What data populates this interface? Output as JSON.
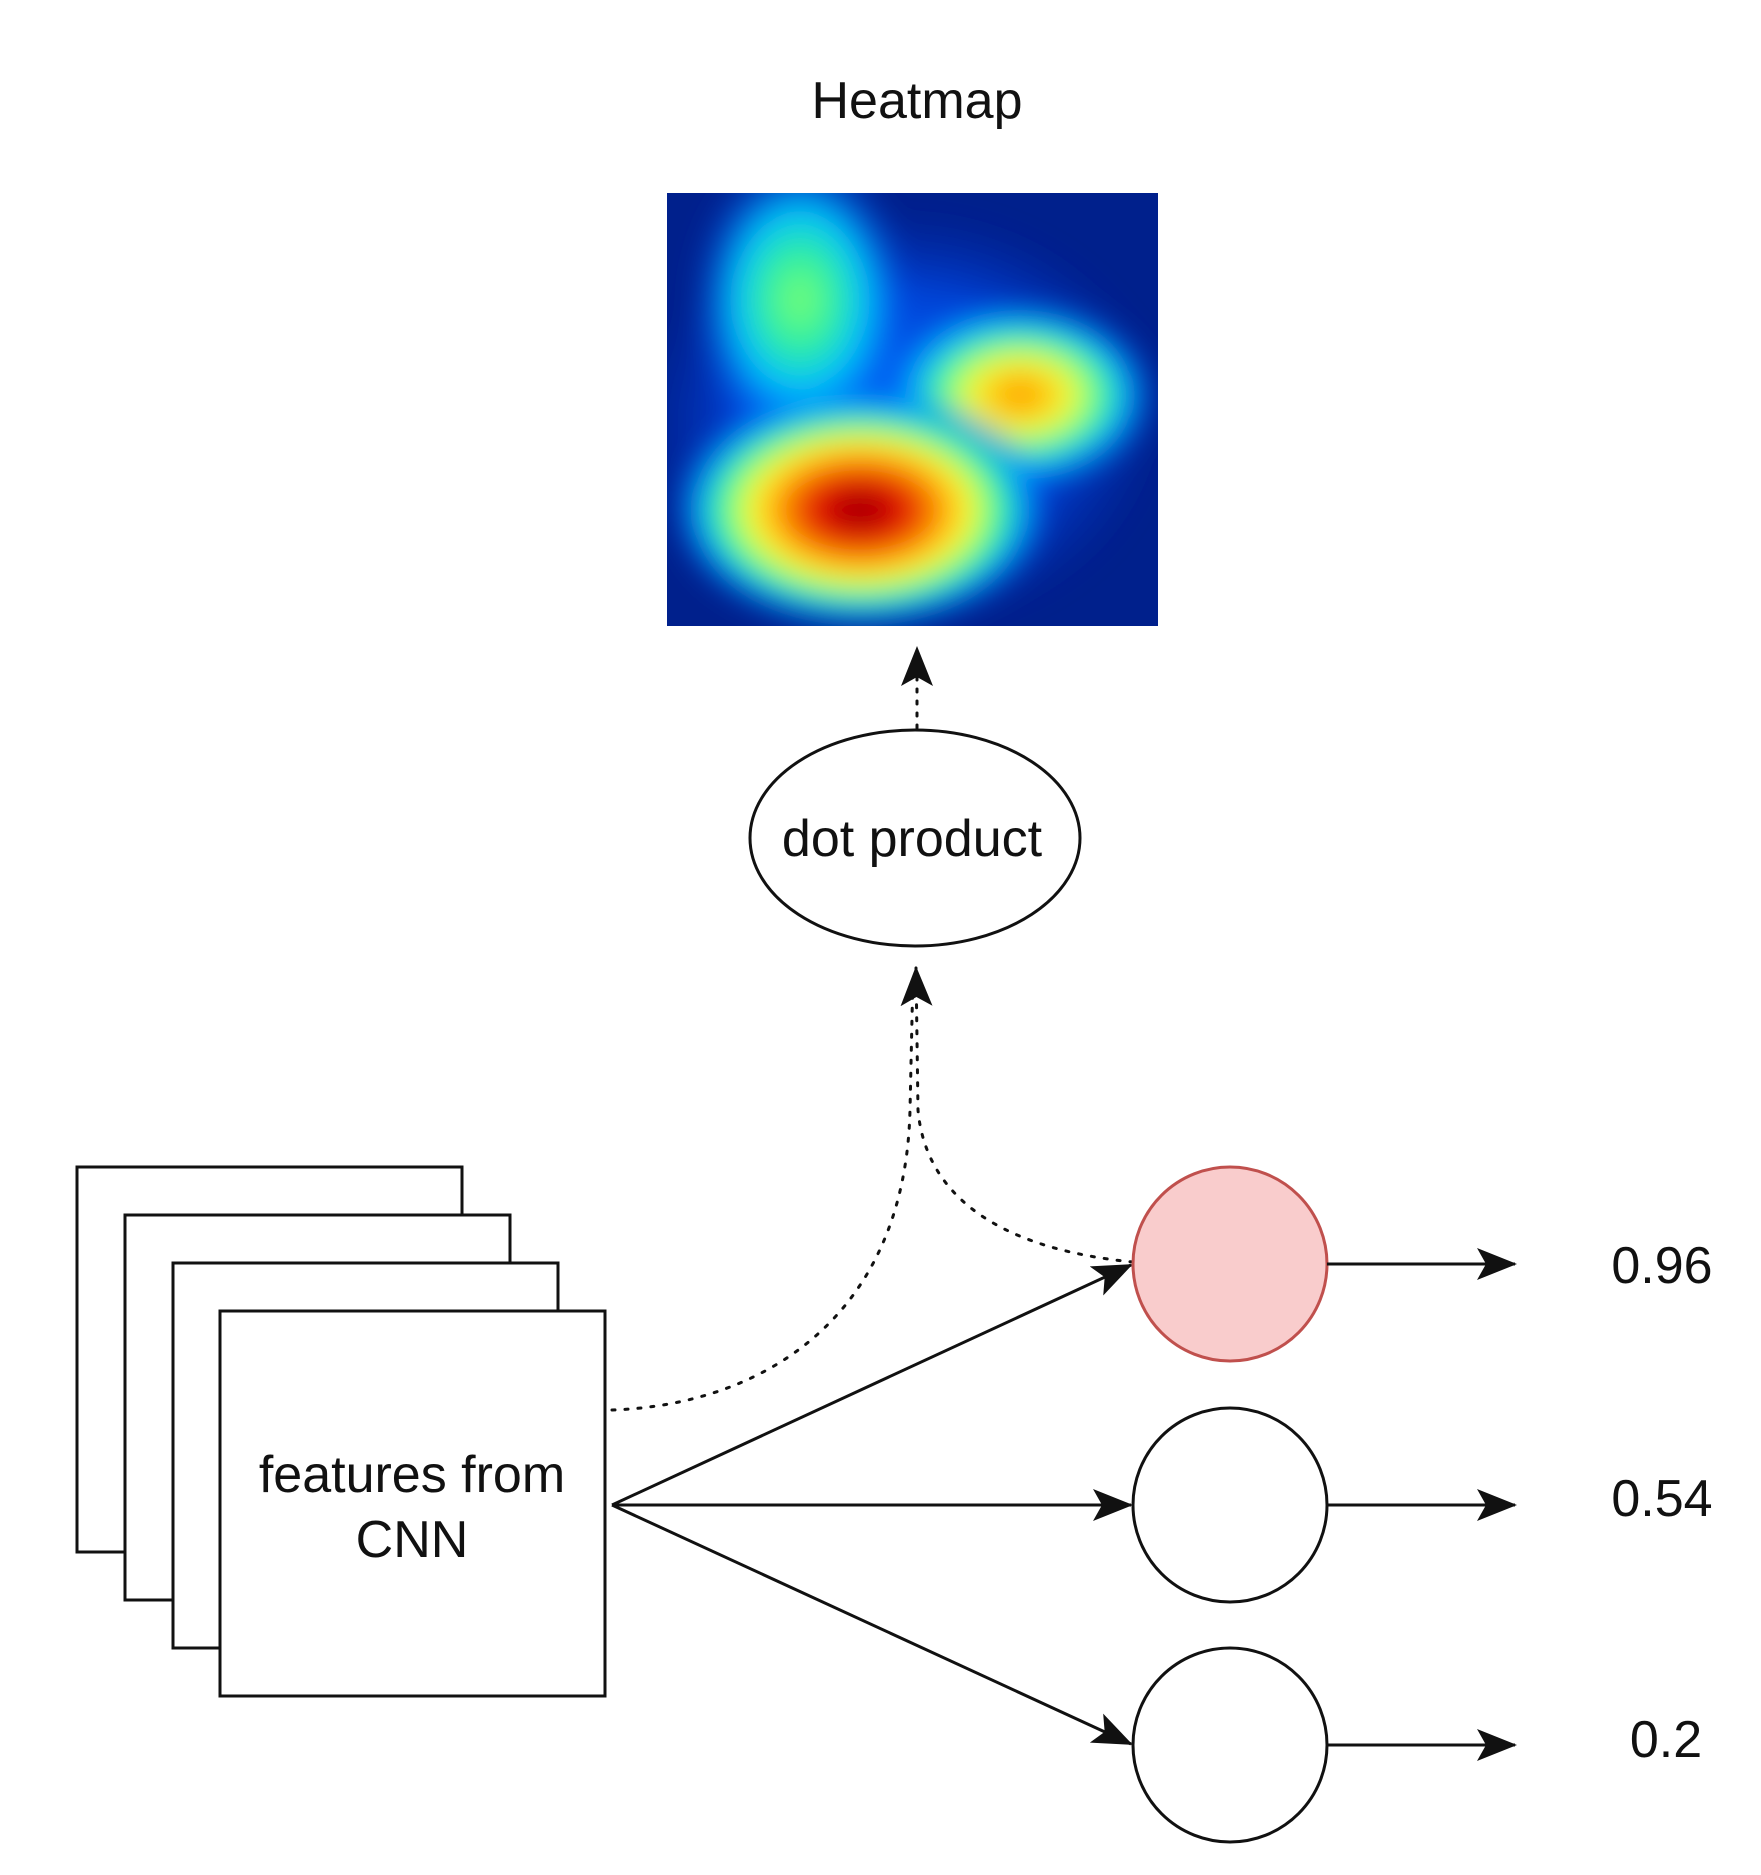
{
  "heatmap": {
    "title": "Heatmap"
  },
  "dot_product": {
    "label": "dot product"
  },
  "features": {
    "label_line1": "features from",
    "label_line2": "CNN"
  },
  "outputs": [
    {
      "score": "0.96",
      "highlighted": true
    },
    {
      "score": "0.54",
      "highlighted": false
    },
    {
      "score": "0.2",
      "highlighted": false
    }
  ],
  "colors": {
    "highlight_fill": "#f9cccc",
    "highlight_stroke": "#c0504d",
    "stroke": "#111111",
    "heatmap_background": "#00208c"
  }
}
